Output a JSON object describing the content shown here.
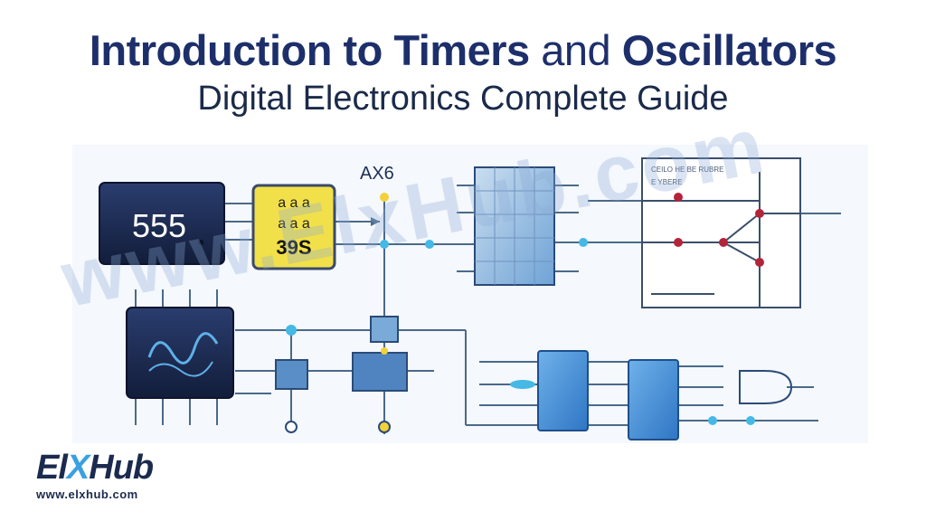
{
  "header": {
    "title_part1": "Introduction to Timers",
    "title_part2": "and",
    "title_part3": "Oscillators",
    "subtitle": "Digital Electronics Complete Guide"
  },
  "diagram": {
    "chip_555_label": "555",
    "yellow_chip_top": "a a a",
    "yellow_chip_mid": "a a a",
    "yellow_chip_bottom": "39S",
    "node_label": "AX6",
    "panel_text_1": "CEILO HE BE RUBRE",
    "panel_text_2": "E YBERE",
    "colors": {
      "navy": "#1b2a52",
      "yellow": "#f2e04a",
      "blue": "#4f91d6",
      "wire": "#4a6a8a",
      "red": "#b3243a",
      "cyan": "#45b8e6"
    }
  },
  "watermark": "www.ElxHub.com",
  "logo": {
    "brand_part1": "El",
    "brand_part2": "X",
    "brand_part3": "Hub",
    "url": "www.elxhub.com"
  }
}
